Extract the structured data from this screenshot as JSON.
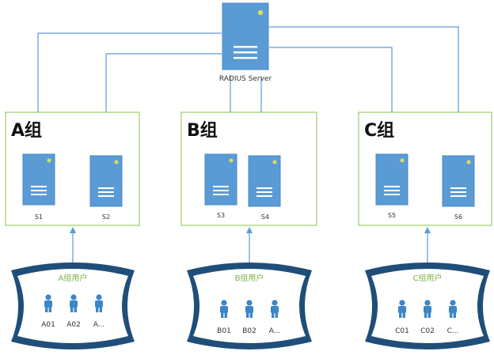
{
  "radius_server": {
    "label": "RADIUS Server"
  },
  "groups": [
    {
      "title": "A组",
      "servers": [
        "S1",
        "S2"
      ],
      "users_title": "A组用户",
      "users": [
        "A01",
        "A02",
        "A..."
      ]
    },
    {
      "title": "B组",
      "servers": [
        "S3",
        "S4"
      ],
      "users_title": "B组用户",
      "users": [
        "B01",
        "B02",
        "A..."
      ]
    },
    {
      "title": "C组",
      "servers": [
        "S5",
        "S6"
      ],
      "users_title": "C组用户",
      "users": [
        "C01",
        "C02",
        "C..."
      ]
    }
  ],
  "icons": {
    "server": "server-icon",
    "user": "user-icon",
    "user_pool": "user-pool-shape"
  },
  "colors": {
    "server_fill": "#5b9bd5",
    "connector": "#5b9bd5",
    "group_border": "#8bc34a",
    "pool_border": "#1f4e79"
  }
}
